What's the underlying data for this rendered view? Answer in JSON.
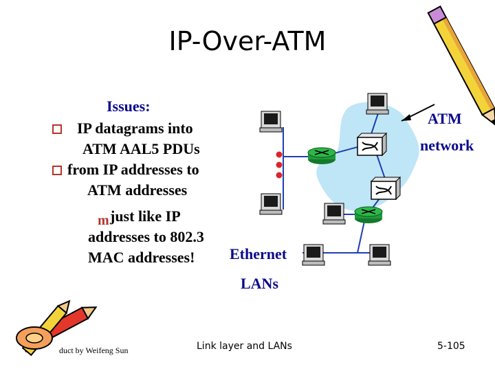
{
  "title": "IP-Over-ATM",
  "issues": {
    "heading": "Issues:",
    "line1": "IP datagrams into",
    "line2": "ATM AAL5 PDUs",
    "line3": "from IP addresses to",
    "line4": "ATM addresses",
    "line5": "just like IP",
    "line6": "addresses to 802.3",
    "line7": "MAC addresses!"
  },
  "diagram": {
    "atm_label": "ATM",
    "network_label": "network",
    "ethernet_label": "Ethernet",
    "lans_label": "LANs"
  },
  "footer": {
    "left": "duct by Weifeng Sun",
    "center": "Link layer and LANs",
    "page": "5-105"
  },
  "colors": {
    "cloud": "#bfe6f7",
    "router": "#1f9a3a",
    "switch_fill": "#ffffff",
    "link": "#1e3fb0",
    "node_red": "#d9262c",
    "text_blue": "#0a0a8c"
  }
}
